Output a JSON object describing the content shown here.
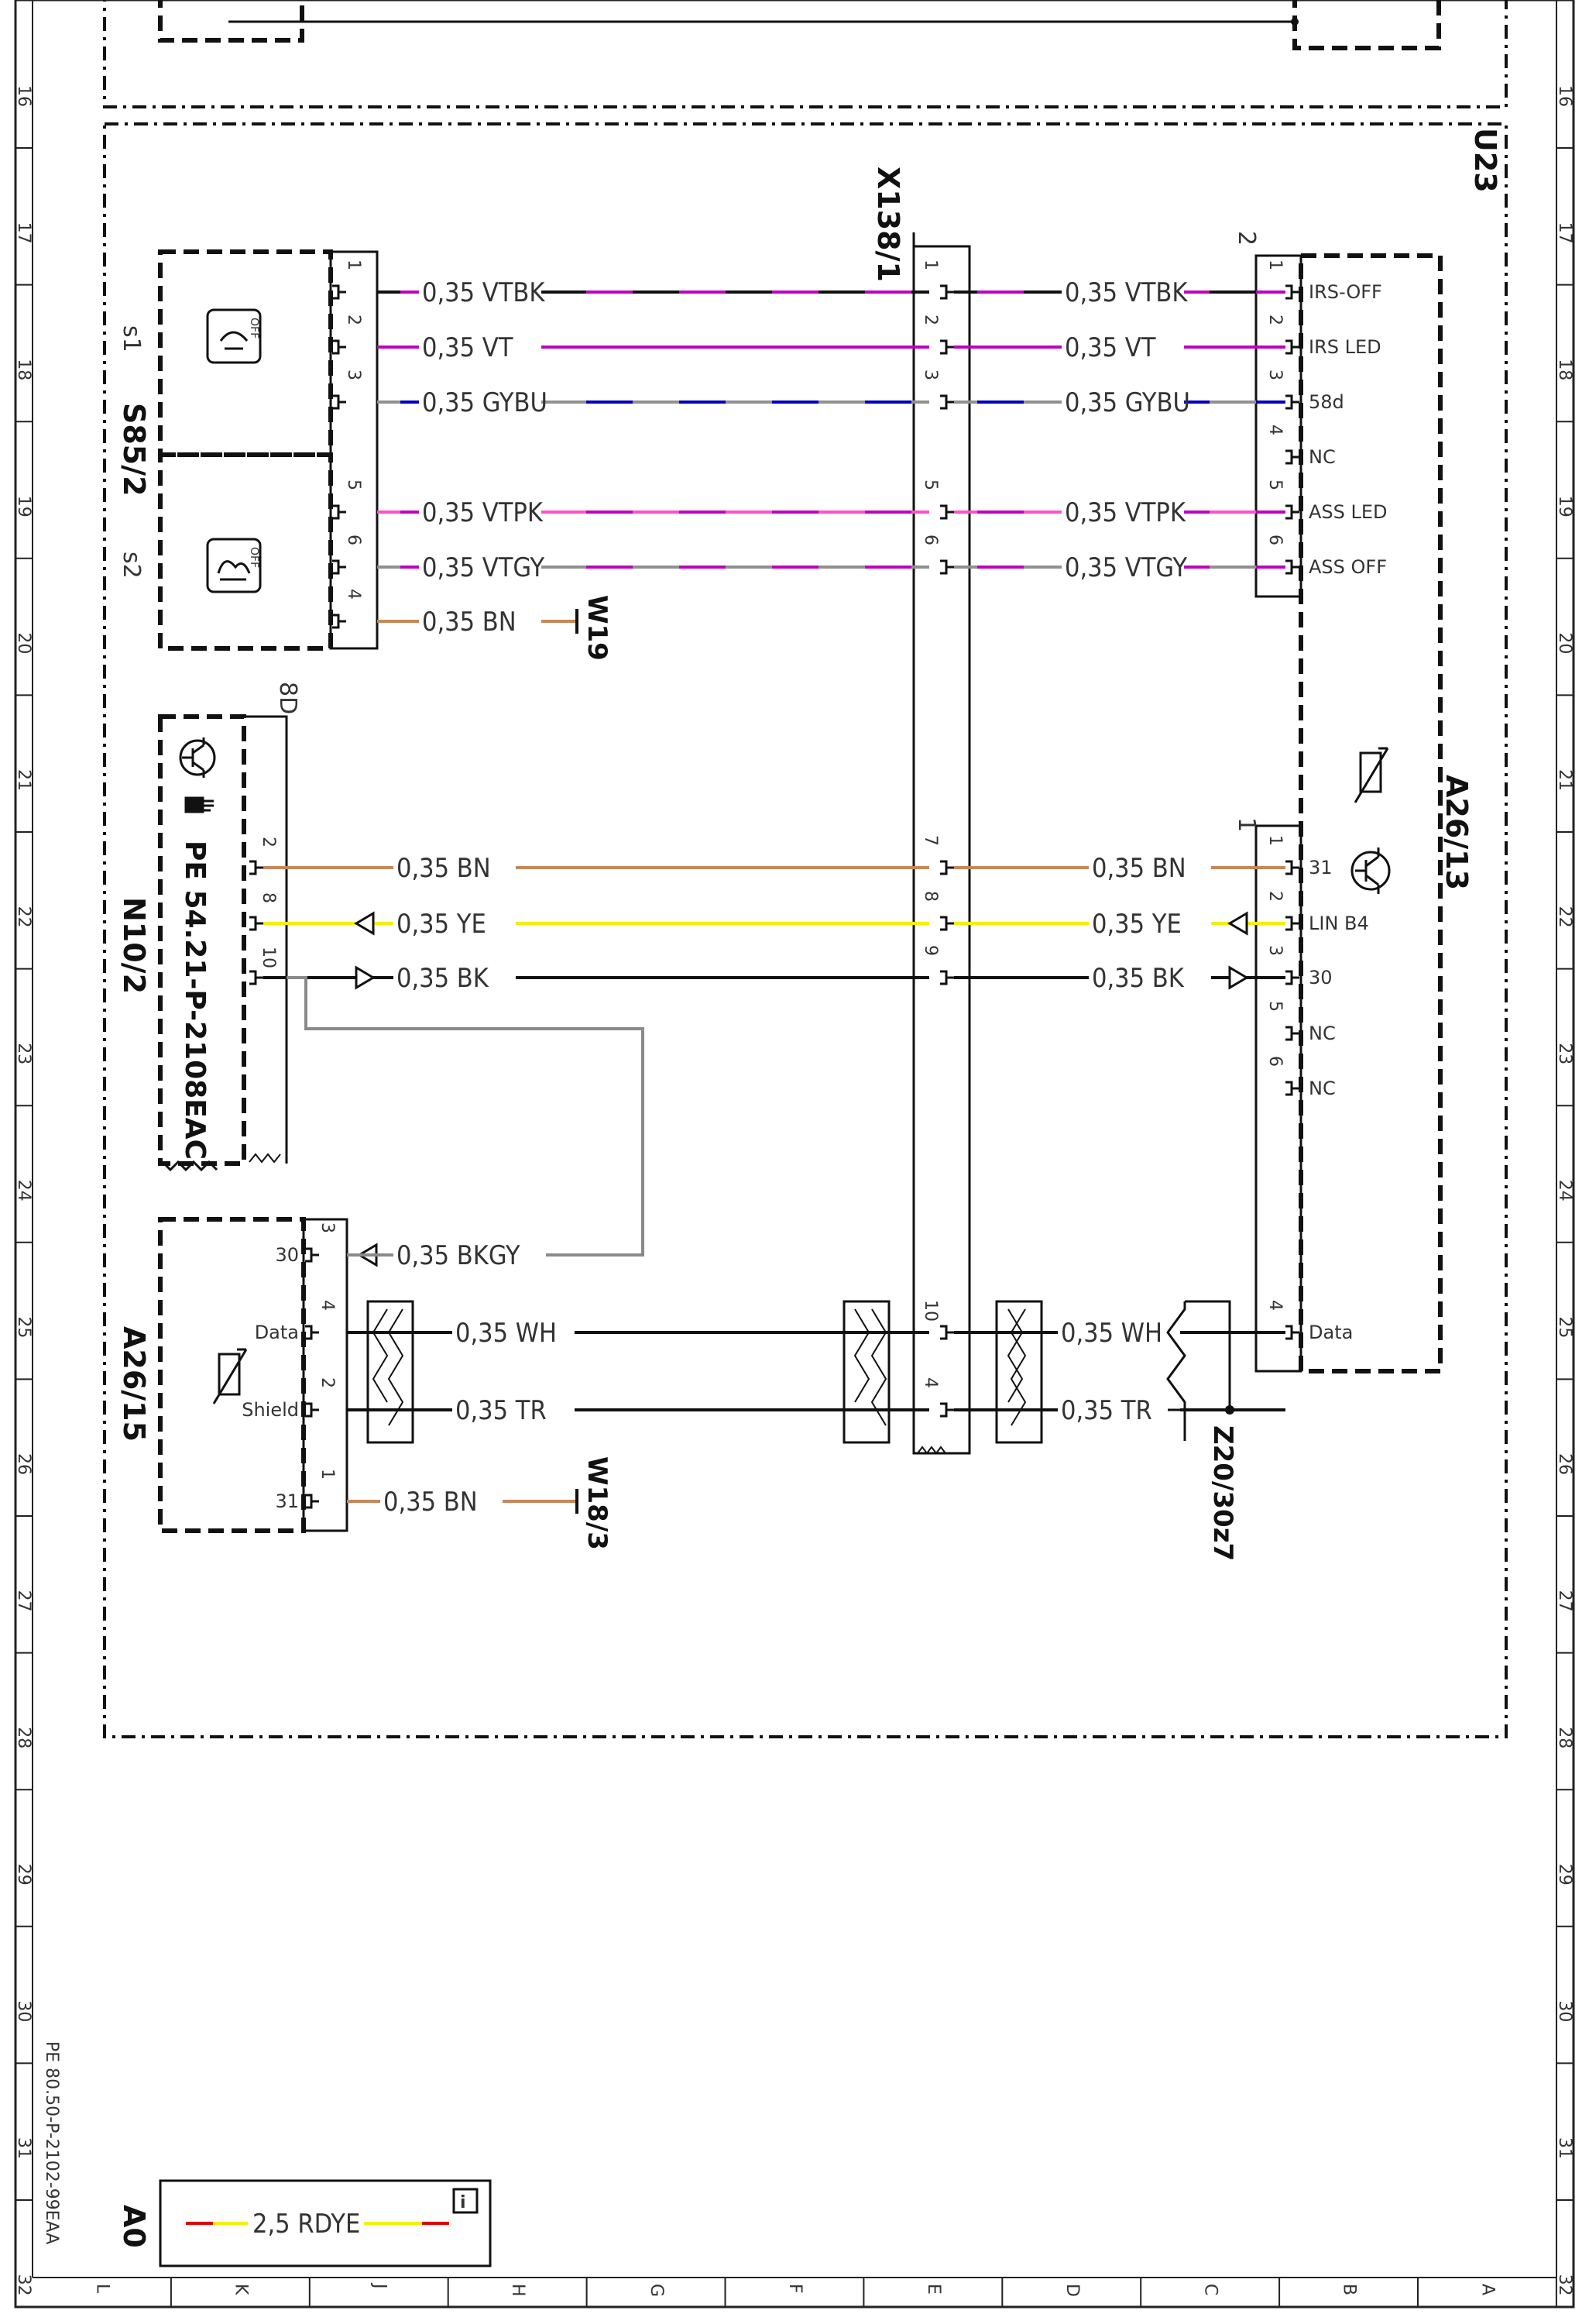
{
  "sheet": {
    "row_numbers": [
      "16",
      "17",
      "18",
      "19",
      "20",
      "21",
      "22",
      "23",
      "24",
      "25",
      "26",
      "27",
      "28",
      "29",
      "30",
      "31",
      "32"
    ],
    "column_letters": [
      "L",
      "K",
      "J",
      "H",
      "G",
      "F",
      "E",
      "D",
      "C",
      "B",
      "A"
    ],
    "doc_ref": "PE 80.50-P-2102-99EAA"
  },
  "components": {
    "u23": "U23",
    "x138": "X138/1",
    "s85": "S85/2",
    "s1": "s1",
    "s2": "s2",
    "n10": "N10/2",
    "n10_ref": "PE 54.21-P-2108EAC",
    "a26_13": "A26/13",
    "a26_15": "A26/15",
    "w19": "W19",
    "w18": "W18/3",
    "z20": "Z20/30z7",
    "a0": "A0",
    "s85_conn": "",
    "n10_conn": "8D",
    "a26_13_conn_top": "2",
    "a26_13_conn_mid": "1"
  },
  "wires": {
    "vtbk": "0,35 VTBK",
    "vt": "0,35 VT",
    "gybu": "0,35 GYBU",
    "vtpk": "0,35 VTPK",
    "vtgy": "0,35 VTGY",
    "bn": "0,35 BN",
    "ye": "0,35 YE",
    "bk": "0,35 BK",
    "bkgy": "0,35 BKGY",
    "wh": "0,35 WH",
    "tr": "0,35 TR",
    "rdye": "2,5 RDYE"
  },
  "pins": {
    "a26_13_upper": [
      "IRS-OFF",
      "IRS LED",
      "58d",
      "NC",
      "ASS LED",
      "ASS OFF"
    ],
    "a26_13_lower": [
      "31",
      "LIN B4",
      "30",
      "NC",
      "NC"
    ],
    "a26_13_data": "Data",
    "a26_15": [
      "30",
      "Data",
      "Shield",
      "31"
    ]
  },
  "pin_numbers": {
    "s85": [
      "1",
      "2",
      "3",
      "5",
      "6",
      "4"
    ],
    "x138": [
      "1",
      "2",
      "3",
      "5",
      "6",
      "7",
      "8",
      "9",
      "10",
      "4"
    ],
    "a26_13_upper": [
      "1",
      "2",
      "3",
      "4",
      "5",
      "6"
    ],
    "a26_13_lower": [
      "1",
      "2",
      "3",
      "5",
      "6"
    ],
    "a26_13_data": "4",
    "n10": [
      "2",
      "8",
      "10"
    ],
    "a26_15": [
      "3",
      "4",
      "2",
      "1"
    ]
  },
  "switch_icons": [
    "OFF",
    "OFF"
  ],
  "colors": {
    "violet": "#c000c0",
    "blue": "#0000c0",
    "pink": "#ff50c8",
    "grey": "#909090",
    "brown": "#c8875a",
    "yellow": "#f5f000",
    "black": "#111111",
    "red": "#e00000"
  }
}
